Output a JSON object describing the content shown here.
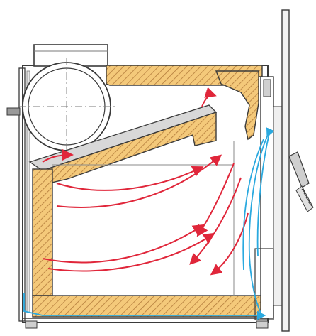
{
  "diagram": {
    "kind": "stove-cross-section",
    "labels": [],
    "colors": {
      "background": "#ffffff",
      "outline": "#3a3a3a",
      "insulation_fill": "#f4c97a",
      "hatch": "#b27a3a",
      "hot_airflow": "#e0263a",
      "cold_airflow": "#2aa9df",
      "metal": "#8c8c8c"
    },
    "airflow": {
      "hot_arrows": 9,
      "cold_streams": 4
    }
  }
}
